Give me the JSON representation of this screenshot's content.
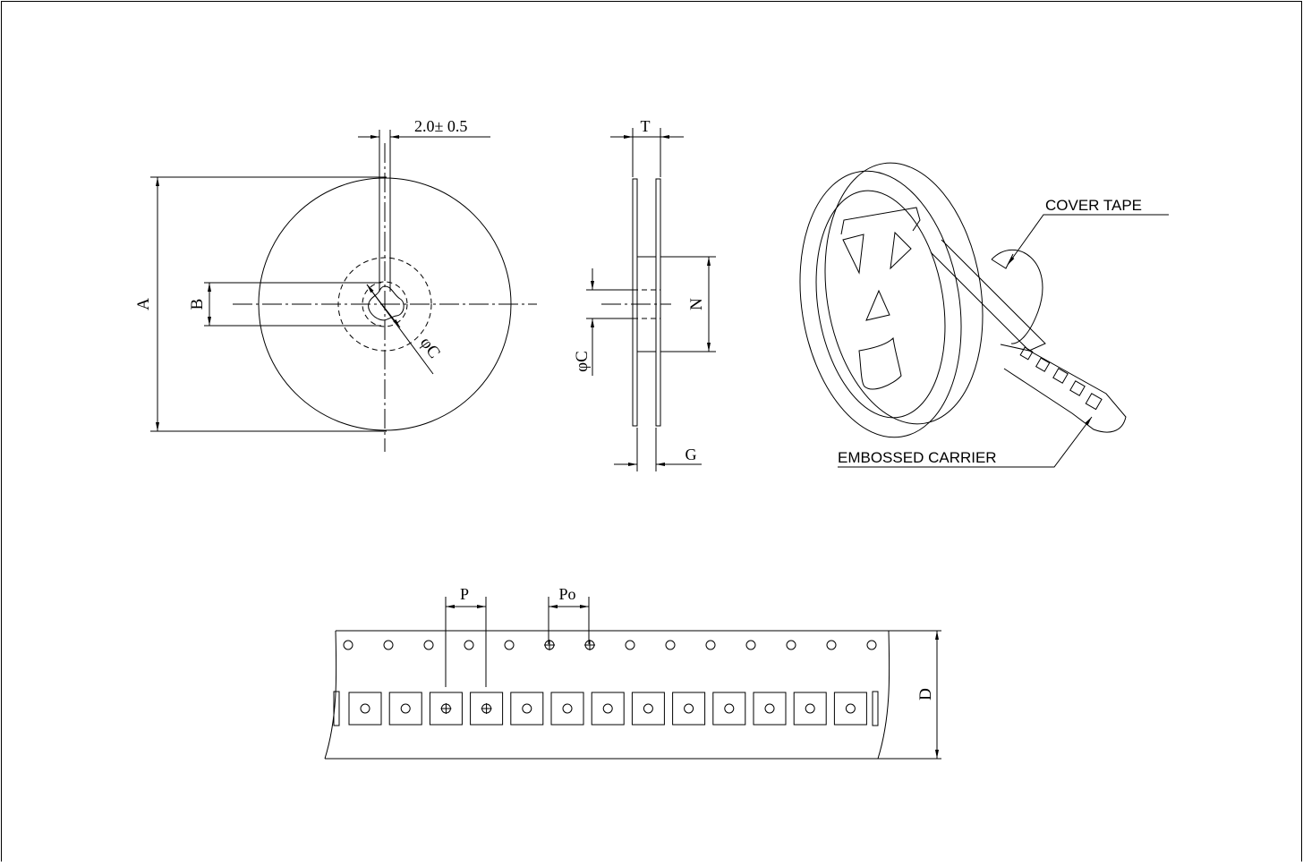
{
  "reel_front": {
    "slot_width": "2.0±  0.5",
    "dim_a": "A",
    "dim_b": "B",
    "dim_c": "φC"
  },
  "reel_side": {
    "dim_t": "T",
    "dim_n": "N",
    "dim_c": "φC",
    "dim_g": "G"
  },
  "reel_iso": {
    "cover_tape": "COVER TAPE",
    "embossed_carrier": "EMBOSSED CARRIER"
  },
  "tape": {
    "dim_p": "P",
    "dim_po": "Po",
    "dim_d": "D",
    "pocket_count": 13,
    "hole_count": 14
  }
}
